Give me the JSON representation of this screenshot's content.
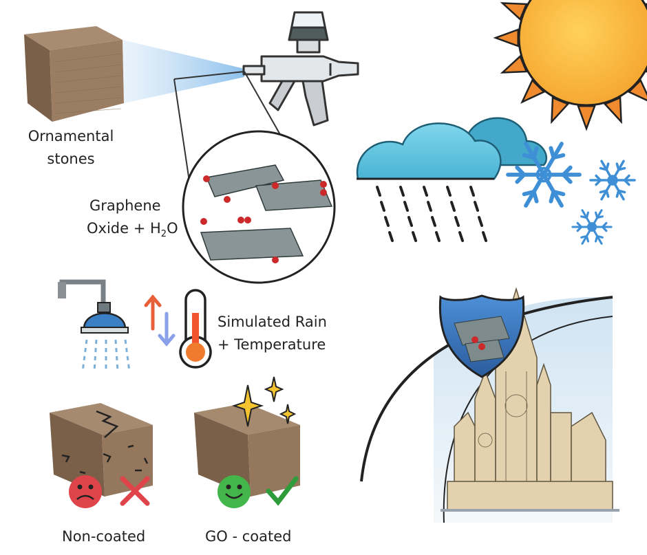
{
  "labels": {
    "ornamental_line1": "Ornamental",
    "ornamental_line2": "stones",
    "go_line1": "Graphene",
    "go_line2_prefix": "Oxide + H",
    "go_line2_sub": "2",
    "go_line2_suffix": "O",
    "rain_line1": "Simulated Rain",
    "rain_line2": "+ Temperature",
    "non_coated": "Non-coated",
    "go_coated": "GO - coated"
  },
  "colors": {
    "stone": "#9a7d63",
    "stone_dark": "#6e5643",
    "spray": "#5aa0dc",
    "sun": "#f7a93a",
    "sun_rays": "#ef8a2e",
    "cloud": "#5cc4de",
    "snow": "#3e8fd6",
    "sad_face": "#e0444b",
    "happy_face": "#43b54a",
    "cross": "#e0444b",
    "check": "#2e9c3a",
    "shield": "#3a72b8",
    "sparkle": "#f4c430"
  },
  "icons": [
    "spray-gun-icon",
    "sun-icon",
    "rain-cloud-icon",
    "snowflake-icon",
    "shower-icon",
    "thermometer-icon",
    "up-down-arrows-icon",
    "sad-face-icon",
    "happy-face-icon",
    "cross-icon",
    "check-icon",
    "shield-icon",
    "sparkle-icon",
    "cathedral-icon"
  ]
}
